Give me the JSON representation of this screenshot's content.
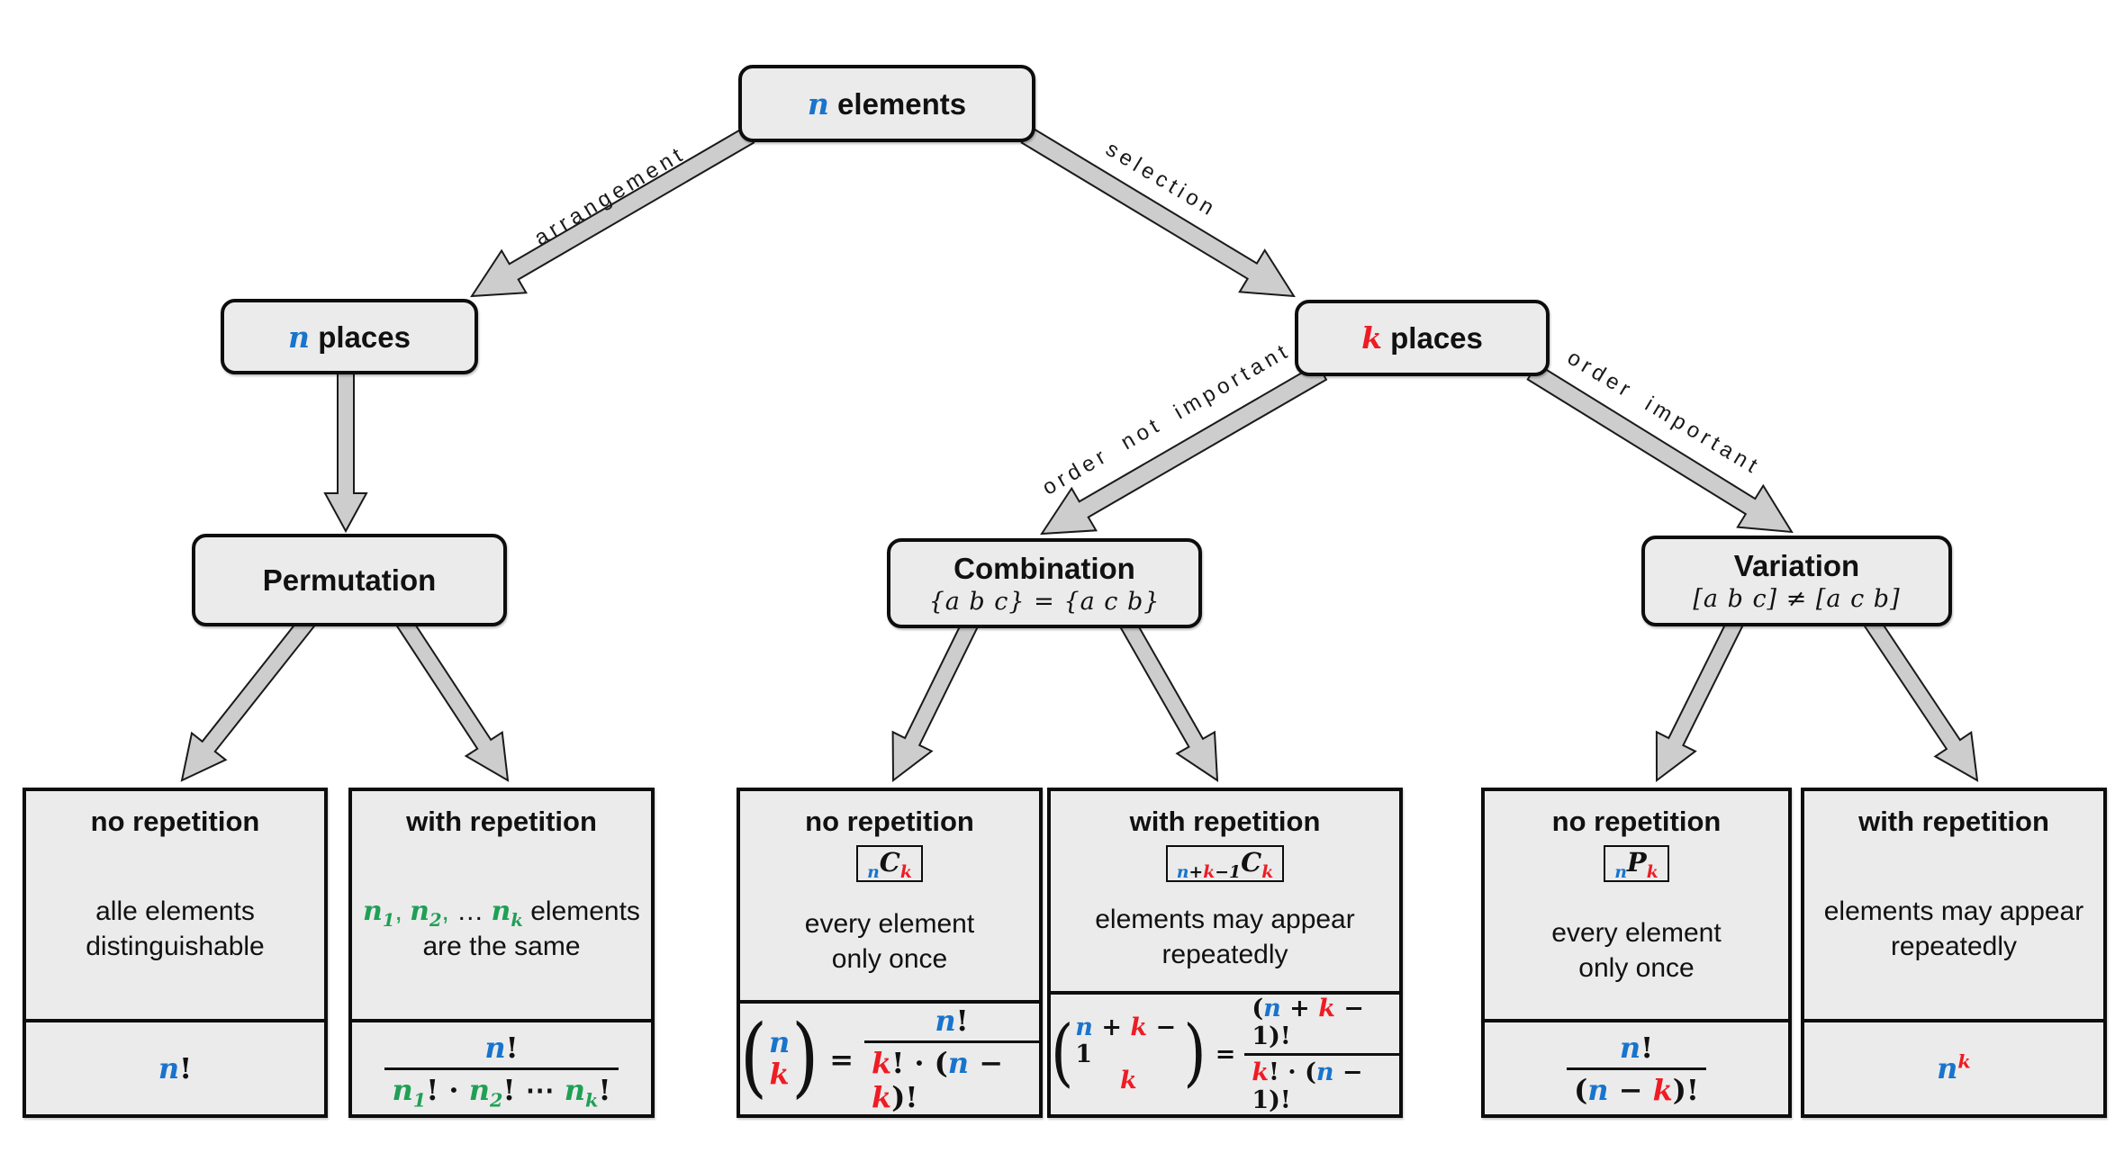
{
  "palette": {
    "blue": "#1874cd",
    "red": "#ee1c25",
    "green": "#1fa055",
    "box_bg": "#ebebeb",
    "arrow_fill": "#cdcdcd",
    "line": "#1a1a1a"
  },
  "nodes": {
    "elements": {
      "title": [
        {
          "t": "n",
          "c": "blue",
          "v": "math"
        },
        {
          "t": " elements"
        }
      ]
    },
    "n_places": {
      "title": [
        {
          "t": "n",
          "c": "blue",
          "v": "math"
        },
        {
          "t": " places"
        }
      ]
    },
    "k_places": {
      "title": [
        {
          "t": "k",
          "c": "red",
          "v": "math"
        },
        {
          "t": " places"
        }
      ]
    },
    "permutation": {
      "title": "Permutation"
    },
    "combination": {
      "title": "Combination",
      "subtitle": "{a b c} = {a c b}"
    },
    "variation": {
      "title": "Variation",
      "subtitle": "[a b c] ≠ [a c b]"
    }
  },
  "edge_labels": {
    "arrangement": "arrangement",
    "selection": "selection",
    "order_not_important": "order not important",
    "order_important": "order important"
  },
  "cards": [
    {
      "title": "no repetition",
      "desc": [
        [
          {
            "t": "alle elements"
          }
        ],
        [
          {
            "t": "distinguishable"
          }
        ]
      ],
      "formula": {
        "inline": [
          {
            "t": "n",
            "c": "blue",
            "v": "math"
          },
          {
            "t": "!"
          }
        ]
      }
    },
    {
      "title": "with repetition",
      "desc": [
        [
          {
            "t": "n",
            "c": "green",
            "v": "math"
          },
          {
            "t": "1",
            "c": "green",
            "v": "math",
            "sub": true
          },
          {
            "t": ",",
            "c": "green"
          },
          {
            "t": " "
          },
          {
            "t": "n",
            "c": "green",
            "v": "math"
          },
          {
            "t": "2",
            "c": "green",
            "v": "math",
            "sub": true
          },
          {
            "t": ",",
            "c": "green"
          },
          {
            "t": " … "
          },
          {
            "t": "n",
            "c": "green",
            "v": "math"
          },
          {
            "t": "k",
            "c": "green",
            "v": "math",
            "sub": true
          },
          {
            "t": " elements"
          }
        ],
        [
          {
            "t": "are the same"
          }
        ]
      ],
      "formula": {
        "frac": {
          "num": [
            {
              "t": "n",
              "c": "blue",
              "v": "math"
            },
            {
              "t": "!"
            }
          ],
          "den": [
            {
              "t": "n",
              "c": "green",
              "v": "math"
            },
            {
              "t": "1",
              "c": "green",
              "v": "math",
              "sub": true
            },
            {
              "t": "! · "
            },
            {
              "t": "n",
              "c": "green",
              "v": "math"
            },
            {
              "t": "2",
              "c": "green",
              "v": "math",
              "sub": true
            },
            {
              "t": "! ⋯ "
            },
            {
              "t": "n",
              "c": "green",
              "v": "math"
            },
            {
              "t": "k",
              "c": "green",
              "v": "math",
              "sub": true
            },
            {
              "t": "!"
            }
          ]
        }
      }
    },
    {
      "title": "no repetition",
      "symbol": [
        {
          "t": "n",
          "c": "blue",
          "v": "math",
          "sub": true
        },
        {
          "t": "C",
          "v": "math"
        },
        {
          "t": "k",
          "c": "red",
          "v": "math",
          "sub": true
        }
      ],
      "desc": [
        [
          {
            "t": "every element"
          }
        ],
        [
          {
            "t": "only once"
          }
        ]
      ],
      "formula": {
        "binom": {
          "open": "(",
          "top": [
            {
              "t": "n",
              "c": "blue",
              "v": "math"
            }
          ],
          "bottom": [
            {
              "t": "k",
              "c": "red",
              "v": "math"
            }
          ],
          "close": ")"
        },
        "eq": "=",
        "frac": {
          "num": [
            {
              "t": "n",
              "c": "blue",
              "v": "math"
            },
            {
              "t": "!"
            }
          ],
          "den": [
            {
              "t": "k",
              "c": "red",
              "v": "math"
            },
            {
              "t": "! · ("
            },
            {
              "t": "n",
              "c": "blue",
              "v": "math"
            },
            {
              "t": " − "
            },
            {
              "t": "k",
              "c": "red",
              "v": "math"
            },
            {
              "t": ")!"
            }
          ]
        }
      }
    },
    {
      "title": "with repetition",
      "symbol": [
        {
          "t": "n",
          "c": "blue",
          "v": "math",
          "sub": true
        },
        {
          "t": "+",
          "v": "math",
          "sub": true
        },
        {
          "t": "k",
          "c": "red",
          "v": "math",
          "sub": true
        },
        {
          "t": "−1",
          "v": "math",
          "sub": true
        },
        {
          "t": "C",
          "v": "math"
        },
        {
          "t": "k",
          "c": "red",
          "v": "math",
          "sub": true
        }
      ],
      "desc": [
        [
          {
            "t": "elements may appear"
          }
        ],
        [
          {
            "t": "repeatedly"
          }
        ]
      ],
      "formula": {
        "binom": {
          "open": "(",
          "top": [
            {
              "t": "n",
              "c": "blue",
              "v": "math"
            },
            {
              "t": " + "
            },
            {
              "t": "k",
              "c": "red",
              "v": "math"
            },
            {
              "t": " − 1"
            }
          ],
          "bottom": [
            {
              "t": "k",
              "c": "red",
              "v": "math"
            }
          ],
          "close": ")"
        },
        "eq": "=",
        "frac": {
          "num": [
            {
              "t": "("
            },
            {
              "t": "n",
              "c": "blue",
              "v": "math"
            },
            {
              "t": " + "
            },
            {
              "t": "k",
              "c": "red",
              "v": "math"
            },
            {
              "t": " − 1)!"
            }
          ],
          "den": [
            {
              "t": "k",
              "c": "red",
              "v": "math"
            },
            {
              "t": "! · ("
            },
            {
              "t": "n",
              "c": "blue",
              "v": "math"
            },
            {
              "t": " − 1)!"
            }
          ]
        }
      }
    },
    {
      "title": "no repetition",
      "symbol": [
        {
          "t": "n",
          "c": "blue",
          "v": "math",
          "sub": true
        },
        {
          "t": "P",
          "v": "math"
        },
        {
          "t": "k",
          "c": "red",
          "v": "math",
          "sub": true
        }
      ],
      "desc": [
        [
          {
            "t": "every element"
          }
        ],
        [
          {
            "t": "only once"
          }
        ]
      ],
      "formula": {
        "frac": {
          "num": [
            {
              "t": "n",
              "c": "blue",
              "v": "math"
            },
            {
              "t": "!"
            }
          ],
          "den": [
            {
              "t": "("
            },
            {
              "t": "n",
              "c": "blue",
              "v": "math"
            },
            {
              "t": " − "
            },
            {
              "t": "k",
              "c": "red",
              "v": "math"
            },
            {
              "t": ")!"
            }
          ]
        }
      }
    },
    {
      "title": "with repetition",
      "desc": [
        [
          {
            "t": "elements may appear"
          }
        ],
        [
          {
            "t": "repeatedly"
          }
        ]
      ],
      "formula": {
        "inline": [
          {
            "t": "n",
            "c": "blue",
            "v": "math"
          },
          {
            "t": "k",
            "c": "red",
            "v": "math",
            "sup": true
          }
        ]
      }
    }
  ]
}
